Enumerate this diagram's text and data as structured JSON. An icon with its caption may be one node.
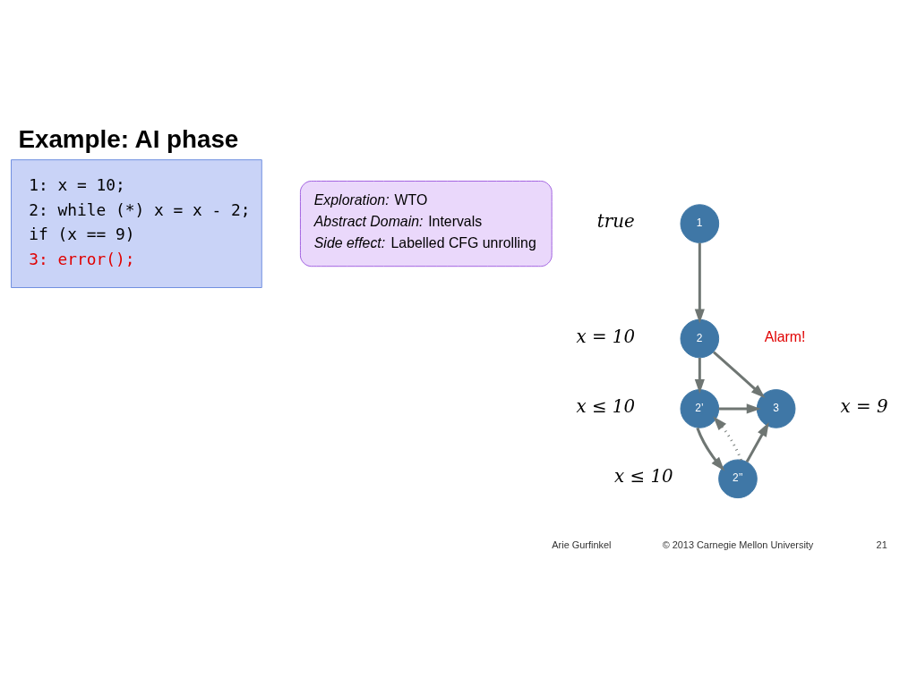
{
  "diagram": {
    "title": "Example: AI phase",
    "nodes": [
      {
        "text": [
          "1: x = 10;",
          "2: while (*) x = x - 2;",
          "if (x == 9)",
          "3: error();"
        ]
      },
      {
        "text": [
          "*Exploration:* WTO",
          "*Abstract Domain:* Intervals",
          "*Side effect:* Labelled CFG unrolling"
        ]
      },
      {
        "text": [
          "1"
        ],
        "beside": [
          "true"
        ]
      },
      {
        "text": [
          "2"
        ],
        "beside": [
          "x = 10"
        ]
      },
      {
        "text": [
          "2’"
        ],
        "beside": [
          "x ≤ 10"
        ]
      },
      {
        "text": [
          "2’’"
        ],
        "beside": [
          "x ≤ 10"
        ]
      },
      {
        "text": [
          "3"
        ],
        "beside": [
          "x = 9"
        ]
      }
    ],
    "edges": [
      {
        "from": 2,
        "to": 3,
        "arrow": "to"
      },
      {
        "from": 3,
        "to": 4,
        "arrow": "to"
      },
      {
        "from": 4,
        "to": 5,
        "arrow": "to"
      },
      {
        "from": 3,
        "to": 6,
        "arrow": "to"
      },
      {
        "from": 4,
        "to": 6,
        "arrow": "to"
      },
      {
        "from": 5,
        "to": 6,
        "arrow": "to"
      },
      {
        "from": 5,
        "to": 4,
        "arrow": "to",
        "style": "dashed"
      }
    ],
    "labels": [
      "Alarm!",
      "Arie Gurfinkel",
      "© 2013 Carnegie Mellon University",
      "21"
    ]
  }
}
